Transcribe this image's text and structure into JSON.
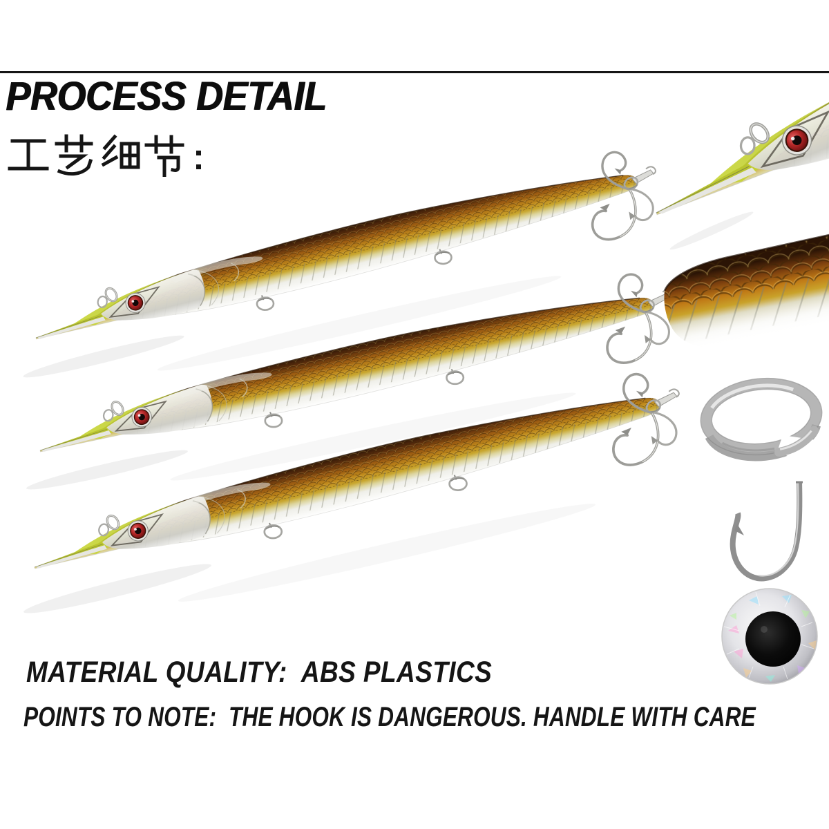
{
  "header": {
    "title": "PROCESS DETAIL",
    "subtitle_cn": "工艺细节："
  },
  "footer": {
    "material_line": "MATERIAL QUALITY:  ABS PLASTICS",
    "points_line": "POINTS TO NOTE:  THE HOOK IS DANGEROUS. HANDLE WITH CARE"
  },
  "figures": {
    "lure_count": 3,
    "lure_style": "pencil minnow lure, chartreuse head, gold-brown scaled back, silver belly, red eye, treble tail hook",
    "closeups": [
      "scale-pattern",
      "split-ring",
      "single-hook",
      "3d-holographic-eye"
    ]
  },
  "colors": {
    "back_dark_brown": "#2e1708",
    "back_amber": "#a8660f",
    "back_gold": "#c9a22a",
    "head_chartreuse": "#bcc937",
    "belly_silver": "#f0f0ec",
    "eye_red": "#9b1d1d",
    "hardware_silver": "#b9b9b9",
    "text_black": "#111111"
  }
}
